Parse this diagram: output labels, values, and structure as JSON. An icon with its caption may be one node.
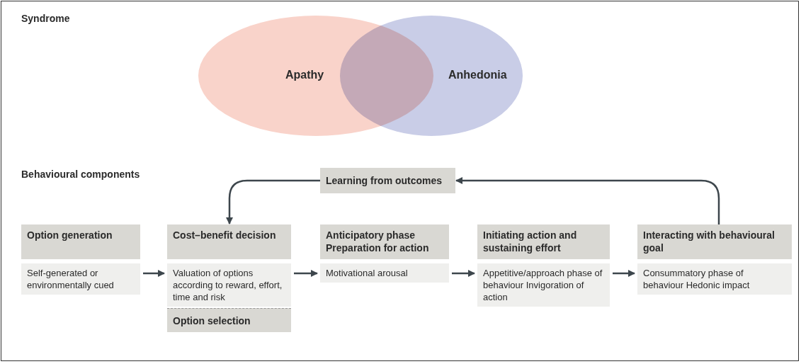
{
  "diagram": {
    "nodes": [
      {
        "text": [
          "Apathy"
        ]
      },
      {
        "text": [
          "Anhedonia"
        ]
      },
      {
        "text": [
          "Learning from outcomes"
        ]
      },
      {
        "text": [
          "Option generation",
          "Self-generated or environmentally cued"
        ]
      },
      {
        "text": [
          "Cost–benefit decision",
          "Valuation of options according to reward, effort, time and risk",
          "Option selection"
        ]
      },
      {
        "text": [
          "Anticipatory phase Preparation for action",
          "Motivational arousal"
        ]
      },
      {
        "text": [
          "Initiating action and sustaining effort",
          "Appetitive/approach phase of behaviour Invigoration of action"
        ]
      },
      {
        "text": [
          "Interacting with behavioural goal",
          "Consummatory phase of behaviour Hedonic impact"
        ]
      }
    ],
    "edges": [
      {
        "from": 3,
        "to": 4,
        "arrow": "to"
      },
      {
        "from": 4,
        "to": 5,
        "arrow": "to"
      },
      {
        "from": 5,
        "to": 6,
        "arrow": "to"
      },
      {
        "from": 6,
        "to": 7,
        "arrow": "to"
      },
      {
        "from": 7,
        "to": 2,
        "arrow": "to"
      },
      {
        "from": 2,
        "to": 4,
        "arrow": "to"
      }
    ],
    "labels": [
      "Syndrome",
      "Behavioural components"
    ]
  }
}
